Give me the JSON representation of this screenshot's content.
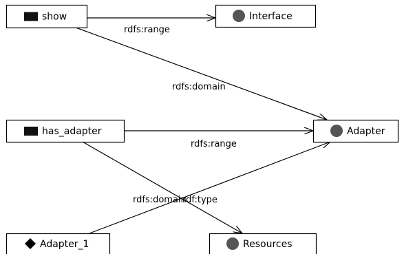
{
  "diagram": {
    "nodes": [
      {
        "id": "show",
        "label": "show",
        "kind": "property",
        "icon": "property-square-icon"
      },
      {
        "id": "interface",
        "label": "Interface",
        "kind": "class",
        "icon": "class-circle-icon"
      },
      {
        "id": "has_adapter",
        "label": "has_adapter",
        "kind": "property",
        "icon": "property-square-icon"
      },
      {
        "id": "adapter",
        "label": "Adapter",
        "kind": "class",
        "icon": "class-circle-icon"
      },
      {
        "id": "adapter_1",
        "label": "Adapter_1",
        "kind": "individual",
        "icon": "individual-diamond-icon"
      },
      {
        "id": "resources",
        "label": "Resources",
        "kind": "class",
        "icon": "class-circle-icon"
      }
    ],
    "edges": [
      {
        "id": "show-range",
        "from": "show",
        "to": "interface",
        "label": "rdfs:range"
      },
      {
        "id": "show-domain",
        "from": "show",
        "to": "adapter",
        "label": "rdfs:domain"
      },
      {
        "id": "has_adapter-range",
        "from": "has_adapter",
        "to": "adapter",
        "label": "rdfs:range"
      },
      {
        "id": "has_adapter-domain",
        "from": "has_adapter",
        "to": "resources",
        "label": "rdfs:domain"
      },
      {
        "id": "adapter_1-type",
        "from": "adapter_1",
        "to": "adapter",
        "label": "rdf:type"
      }
    ],
    "colors": {
      "class_icon": "#555555",
      "property_icon": "#111111",
      "individual_icon": "#000000",
      "box_border": "#000000",
      "box_fill": "#ffffff",
      "edge": "#000000"
    }
  }
}
